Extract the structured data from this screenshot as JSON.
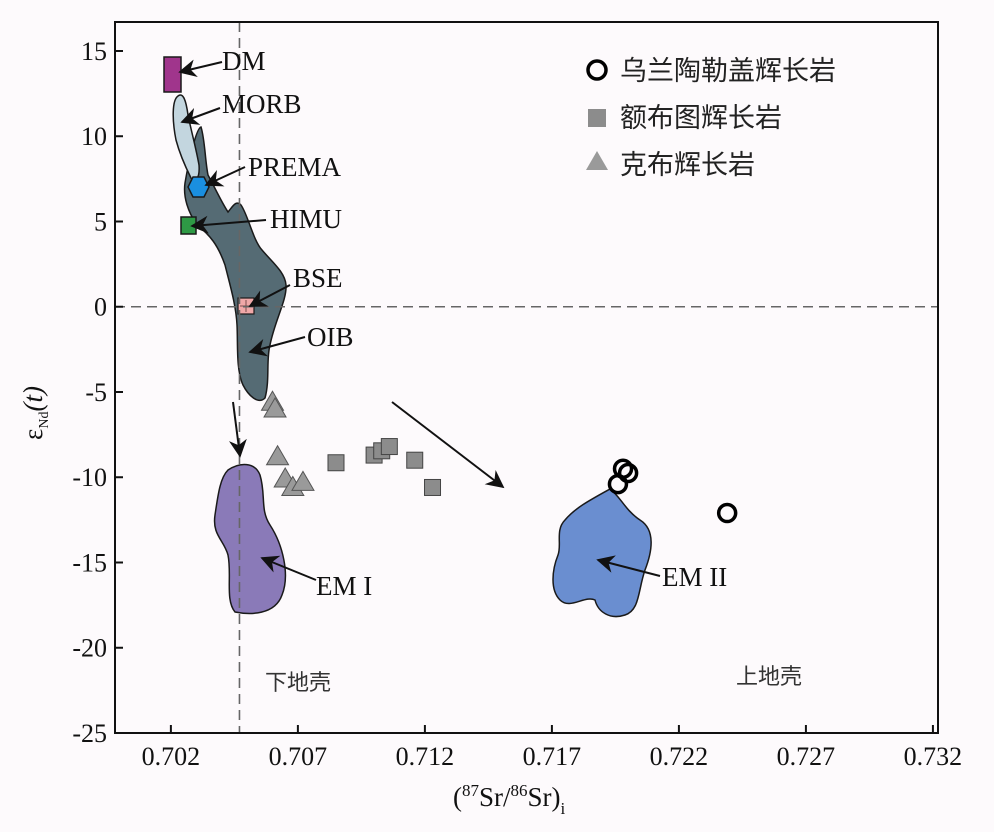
{
  "chart_data": {
    "type": "scatter",
    "title": "",
    "x_axis": {
      "label_parts": [
        "(",
        "87",
        "Sr/",
        "86",
        "Sr)",
        "i"
      ],
      "ticks": [
        "0.702",
        "0.707",
        "0.712",
        "0.717",
        "0.722",
        "0.727",
        "0.732"
      ],
      "range": [
        0.6998,
        0.7322
      ]
    },
    "y_axis": {
      "label_main": "ε",
      "label_sub": "Nd",
      "label_tail": "(t)",
      "ticks": [
        "15",
        "10",
        "5",
        "0",
        "-5",
        "-10",
        "-15",
        "-20",
        "-25"
      ],
      "range": [
        -25,
        16.7
      ]
    },
    "reference_lines": {
      "y_zero": 0,
      "x_bse": 0.7047
    },
    "legend": {
      "position": "top-right",
      "items": [
        {
          "label": "乌兰陶勒盖辉长岩",
          "marker": "circle-open"
        },
        {
          "label": "额布图辉长岩",
          "marker": "square"
        },
        {
          "label": "克布辉长岩",
          "marker": "triangle"
        }
      ]
    },
    "series": [
      {
        "name": "乌兰陶勒盖辉长岩",
        "marker": "circle-open",
        "color": "#000000",
        "points": [
          [
            0.7198,
            -9.5
          ],
          [
            0.72,
            -9.75
          ],
          [
            0.7196,
            -10.4
          ],
          [
            0.7239,
            -12.1
          ]
        ]
      },
      {
        "name": "额布图辉长岩",
        "marker": "square",
        "color": "#8c8c8c",
        "points": [
          [
            0.7085,
            -9.15
          ],
          [
            0.71,
            -8.7
          ],
          [
            0.7103,
            -8.45
          ],
          [
            0.7106,
            -8.2
          ],
          [
            0.7116,
            -9.0
          ],
          [
            0.7123,
            -10.6
          ]
        ]
      },
      {
        "name": "克布辉长岩",
        "marker": "triangle",
        "color": "#9a9a9a",
        "points": [
          [
            0.706,
            -5.6
          ],
          [
            0.7061,
            -6.0
          ],
          [
            0.7062,
            -8.8
          ],
          [
            0.7065,
            -10.1
          ],
          [
            0.7068,
            -10.6
          ],
          [
            0.7072,
            -10.3
          ]
        ]
      }
    ],
    "reservoirs": [
      {
        "label": "DM",
        "fill": "#a0358c"
      },
      {
        "label": "MORB",
        "fill": "#c3d6df"
      },
      {
        "label": "PREMA",
        "fill": "#1a8fe0"
      },
      {
        "label": "HIMU",
        "fill": "#2e9a45"
      },
      {
        "label": "BSE",
        "fill": "#f0a8a8"
      },
      {
        "label": "OIB",
        "fill": "#556b74"
      },
      {
        "label": "EM I",
        "fill": "#8a7ab8"
      },
      {
        "label": "EM II",
        "fill": "#6a8ed0"
      }
    ],
    "region_labels": [
      "下地壳",
      "上地壳"
    ]
  }
}
